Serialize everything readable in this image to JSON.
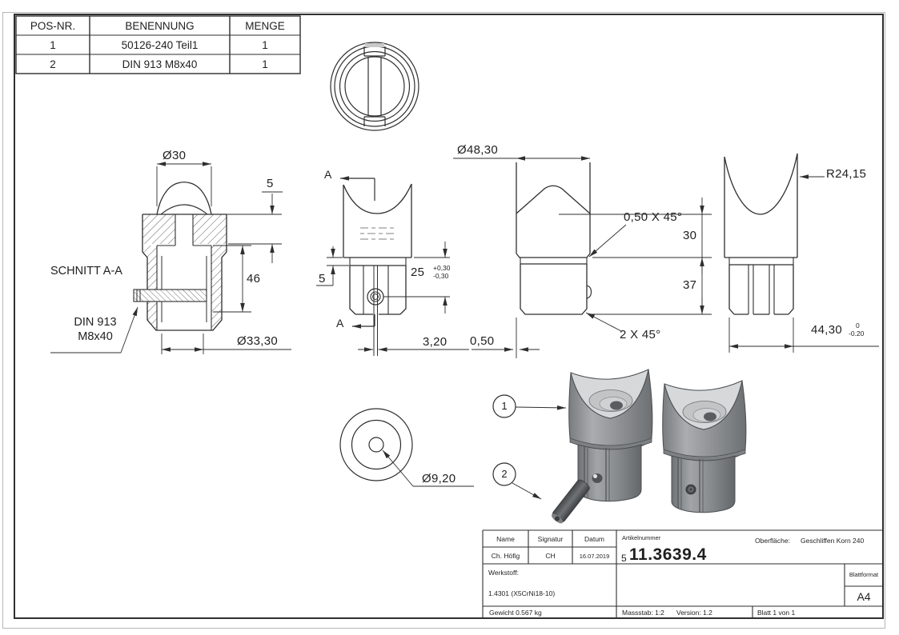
{
  "drawing": {
    "parts_table": {
      "headers": [
        "POS-NR.",
        "BENENNUNG",
        "MENGE"
      ],
      "rows": [
        [
          "1",
          "50126-240 Teil1",
          "1"
        ],
        [
          "2",
          "DIN 913 M8x40",
          "1"
        ]
      ]
    },
    "labels": {
      "section_title": "SCHNITT A-A",
      "screw_note_line1": "DIN 913",
      "screw_note_line2": "M8x40",
      "cut_letter_top": "A",
      "cut_letter_bottom": "A"
    },
    "dimensions": {
      "dia30": "Ø30",
      "five_sec": "5",
      "h46": "46",
      "dia3330": "Ø33,30",
      "five_front": "5",
      "d25": "25",
      "d25_tp": "+0,30",
      "d25_tm": "-0,30",
      "slot": "3,20",
      "dia4830": "Ø48,30",
      "ch_top": "0,50 X 45°",
      "ch_bot": "2 X 45°",
      "edge": "0,50",
      "h30": "30",
      "h37": "37",
      "r2415": "R24,15",
      "w4430": "44,30",
      "w4430_tp": "0",
      "w4430_tm": "-0.20",
      "dia920": "Ø9,20"
    },
    "balloons": [
      "1",
      "2"
    ],
    "title_block": {
      "name_label": "Name",
      "signatur_label": "Signatur",
      "datum_label": "Datum",
      "name": "Ch. Höfig",
      "signatur": "CH",
      "datum": "16.07.2019",
      "artikel_label": "Artikelnummer",
      "artikel_prefix": "5",
      "artikel_main": "11.3639.4",
      "oberflaeche_label": "Oberfläche:",
      "oberflaeche": "Geschliffen Korn 240",
      "werkstoff_label": "Werkstoff:",
      "werkstoff": "1.4301 (X5CrNi18-10)",
      "blattformat_label": "Blattformat",
      "blattformat": "A4",
      "gewicht": "Gewicht 0.567 kg",
      "massstab": "Massstab: 1:2",
      "version": "Version: 1.2",
      "blatt": "Blatt 1 von 1"
    },
    "colors": {
      "line": "#2e2e2e",
      "hidden_line": "#9a9a9a",
      "iso_body": "#8e9194",
      "iso_light": "#d6d8d9"
    }
  }
}
